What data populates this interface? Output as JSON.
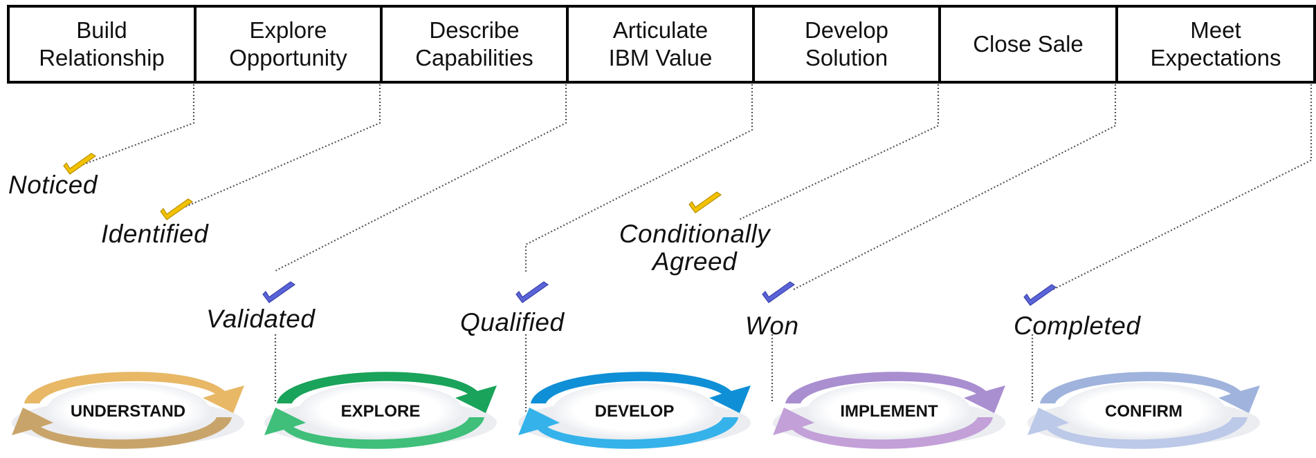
{
  "steps": [
    {
      "label": "Build\nRelationship"
    },
    {
      "label": "Explore\nOpportunity"
    },
    {
      "label": "Describe\nCapabilities"
    },
    {
      "label": "Articulate\nIBM Value"
    },
    {
      "label": "Develop\nSolution"
    },
    {
      "label": "Close Sale"
    },
    {
      "label": "Meet\nExpectations"
    }
  ],
  "milestones": [
    {
      "label": "Noticed",
      "check": "yellow-check-icon"
    },
    {
      "label": "Identified",
      "check": "yellow-check-icon"
    },
    {
      "label": "Validated",
      "check": "blue-check-icon"
    },
    {
      "label": "Qualified",
      "check": "blue-check-icon"
    },
    {
      "label": "Conditionally\nAgreed",
      "check": "yellow-check-icon"
    },
    {
      "label": "Won",
      "check": "blue-check-icon"
    },
    {
      "label": "Completed",
      "check": "blue-check-icon"
    }
  ],
  "phases": [
    {
      "label": "UNDERSTAND",
      "color": "#e8b866",
      "color2": "#c9a46a"
    },
    {
      "label": "EXPLORE",
      "color": "#1aa35a",
      "color2": "#3fbf7a"
    },
    {
      "label": "DEVELOP",
      "color": "#0f8fd6",
      "color2": "#35b2ea"
    },
    {
      "label": "IMPLEMENT",
      "color": "#a98ed0",
      "color2": "#c3a0d8"
    },
    {
      "label": "CONFIRM",
      "color": "#9fb3dc",
      "color2": "#bcc9e8"
    }
  ],
  "colors": {
    "yellow_check": "#f2c200",
    "blue_check": "#5a63d8",
    "connector": "#555555"
  }
}
